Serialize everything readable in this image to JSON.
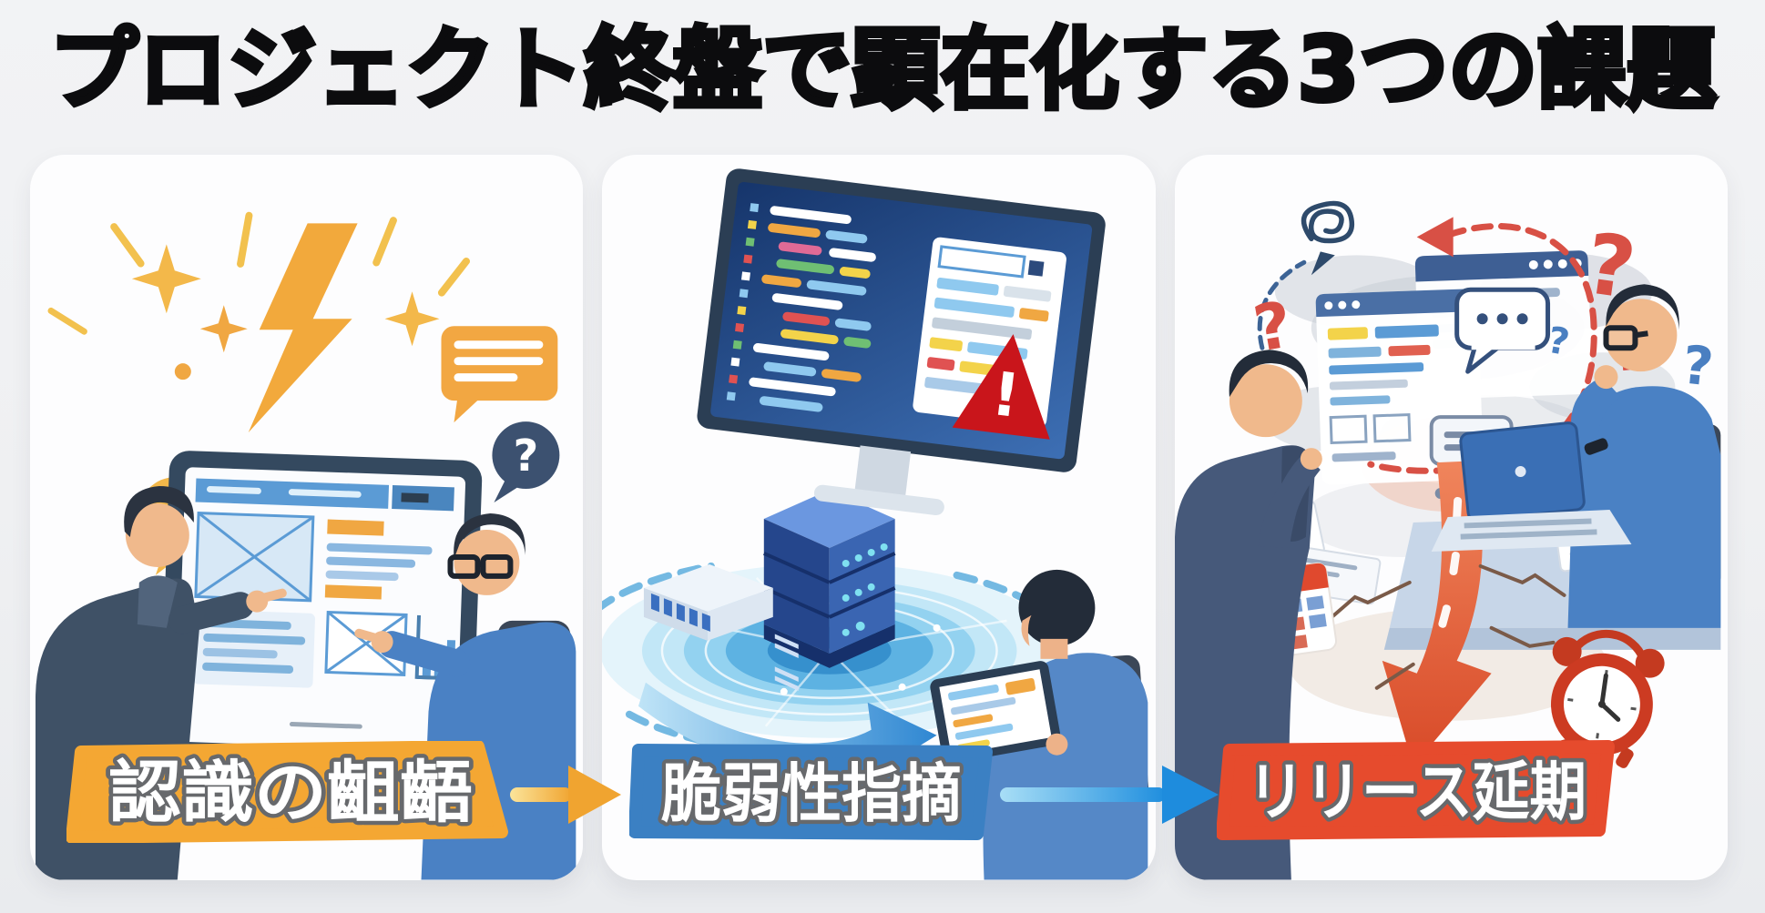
{
  "page": {
    "title": "プロジェクト終盤で顕在化する3つの課題",
    "background_color": "#eff0f2",
    "card_background": "#fdfdfe",
    "title_color": "#0c0c0e"
  },
  "flow": {
    "steps": [
      {
        "id": "step-1",
        "label": "認識の齟齬",
        "banner_color": "#f4a733",
        "label_color": "#ffffff",
        "label_outline_color": "#67696c"
      },
      {
        "id": "step-2",
        "label": "脆弱性指摘",
        "banner_color": "#3b80c3",
        "label_color": "#ffffff",
        "label_outline_color": "#67696c"
      },
      {
        "id": "step-3",
        "label": "リリース延期",
        "banner_color": "#e64b2d",
        "label_color": "#ffffff",
        "label_outline_color": "#67696c"
      }
    ],
    "connectors": [
      {
        "from": "step-1",
        "to": "step-2",
        "direction": "right",
        "gradient_start": "#fbe49a",
        "gradient_end": "#f0a430"
      },
      {
        "from": "step-2",
        "to": "step-3",
        "direction": "right",
        "gradient_start": "#a8def6",
        "gradient_end": "#1f8ede"
      }
    ]
  },
  "panels": [
    {
      "name": "perception-gap",
      "glyphs": {
        "exclamation": "!",
        "question": "?"
      },
      "icons": [
        "lightning-icon",
        "spark-icon",
        "speech-bubble-icon",
        "exclamation-bubble-icon",
        "question-bubble-icon",
        "wireframe-board-icon",
        "bar-chart-icon"
      ],
      "palette": {
        "accent": "#f2a93c",
        "board_frame": "#34495f",
        "wireframe_blue": "#5b9bd5",
        "suit_navy": "#3f5166",
        "shirt_blue": "#4a81c4"
      }
    },
    {
      "name": "vulnerability-found",
      "glyphs": {
        "warning": "!"
      },
      "icons": [
        "code-monitor-icon",
        "warning-triangle-icon",
        "server-icon",
        "scan-platform-icon",
        "network-switch-icon",
        "flow-sweep-arrow-icon",
        "tablet-icon"
      ],
      "palette": {
        "warning_red": "#c9151b",
        "screen_blue": "#1d3c77",
        "platform_cyan": "#7ec9ec",
        "server_blue": "#3a65b2"
      }
    },
    {
      "name": "release-delay",
      "glyphs": {
        "question": "?"
      },
      "icons": [
        "tangle-scribble-icon",
        "question-mark-icon",
        "browser-window-icon",
        "chat-bubble-icon",
        "dashed-loop-arrow-icon",
        "cracked-road-arrow-icon",
        "calendar-icon",
        "alarm-clock-icon",
        "laptop-icon",
        "papers-icon"
      ],
      "palette": {
        "question_red": "#d85045",
        "question_blue": "#4a7fc1",
        "road_red": "#d84a28",
        "clock_red": "#cc3b22"
      }
    }
  ]
}
